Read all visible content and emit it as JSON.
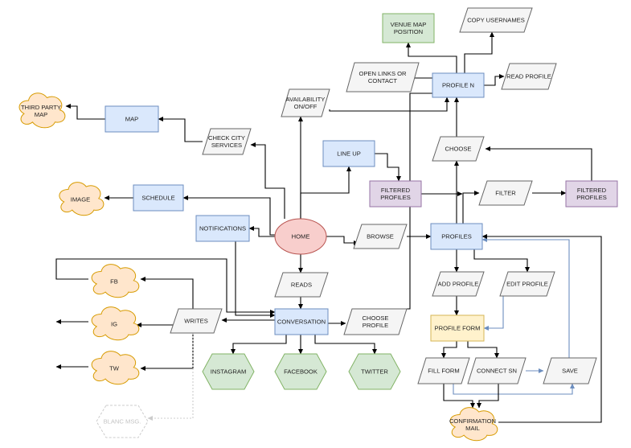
{
  "colors": {
    "blue_fill": "#dae8fc",
    "blue_stroke": "#6c8ebf",
    "purple_fill": "#e1d5e7",
    "purple_stroke": "#9673a6",
    "green_fill": "#d5e8d4",
    "green_stroke": "#82b366",
    "orange_fill": "#ffe6cc",
    "orange_stroke": "#d79b00",
    "red_fill": "#f8cecc",
    "red_stroke": "#b85450",
    "yellow_fill": "#fff2cc",
    "yellow_stroke": "#d6b656",
    "gray_fill": "#f5f5f5",
    "gray_stroke": "#666666",
    "faint_stroke": "#cccccc",
    "edge": "#000000",
    "edge_blue": "#6c8ebf"
  },
  "nodes": {
    "venue_map_position": [
      "VENUE MAP",
      "POSITION"
    ],
    "copy_usernames": [
      "COPY USERNAMES"
    ],
    "open_links_or_contact": [
      "OPEN LINKS OR",
      "CONTACT"
    ],
    "profile_n": [
      "PROFILE N"
    ],
    "read_profile": [
      "READ PROFILE"
    ],
    "third_party_map": [
      "THIRD PARTY",
      "MAP"
    ],
    "map": [
      "MAP"
    ],
    "availability_on_off": [
      "AVAILABILITY",
      "ON/OFF"
    ],
    "check_city_services": [
      "CHECK CITY",
      "SERVICES"
    ],
    "line_up": [
      "LINE UP"
    ],
    "choose": [
      "CHOOSE"
    ],
    "image": [
      "IMAGE"
    ],
    "schedule": [
      "SCHEDULE"
    ],
    "filtered_profiles_1": [
      "FILTERED",
      "PROFILES"
    ],
    "filter": [
      "FILTER"
    ],
    "filtered_profiles_2": [
      "FILTERED",
      "PROFILES"
    ],
    "notifications": [
      "NOTIFICATIONS"
    ],
    "home": [
      "HOME"
    ],
    "browse": [
      "BROWSE"
    ],
    "profiles": [
      "PROFILES"
    ],
    "fb": [
      "FB"
    ],
    "reads": [
      "READS"
    ],
    "add_profile": [
      "ADD PROFILE"
    ],
    "edit_profile": [
      "EDIT PROFILE"
    ],
    "ig": [
      "IG"
    ],
    "writes": [
      "WRITES"
    ],
    "conversation": [
      "CONVERSATION"
    ],
    "choose_profile": [
      "CHOOSE",
      "PROFILE"
    ],
    "profile_form": [
      "PROFILE FORM"
    ],
    "tw": [
      "TW"
    ],
    "instagram": [
      "INSTAGRAM"
    ],
    "facebook": [
      "FACEBOOK"
    ],
    "twitter": [
      "TWITTER"
    ],
    "fill_form": [
      "FILL FORM"
    ],
    "connect_sn": [
      "CONNECT SN"
    ],
    "save": [
      "SAVE"
    ],
    "confirmation_mail": [
      "CONFIRMATION",
      "MAIL"
    ],
    "blanc_msg": [
      "BLANC MSG."
    ]
  }
}
